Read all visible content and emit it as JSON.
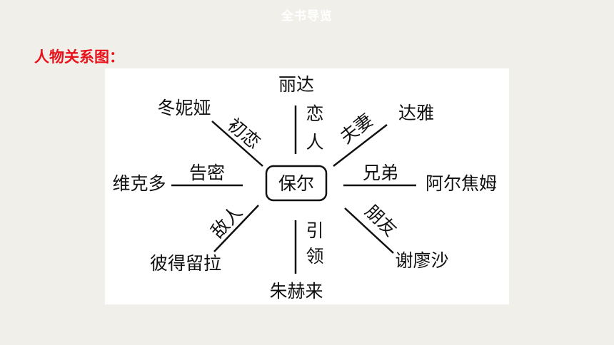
{
  "header": {
    "title": "全书导览"
  },
  "section": {
    "heading": "人物关系图："
  },
  "diagram": {
    "center": "保尔",
    "nodes": {
      "top": "丽达",
      "top_left": "冬妮娅",
      "top_right": "达雅",
      "left": "维克多",
      "right": "阿尔焦姆",
      "bottom_left": "彼得留拉",
      "bottom": "朱赫来",
      "bottom_right": "谢廖沙"
    },
    "relations": {
      "top": [
        "恋",
        "人"
      ],
      "top_left": "初恋",
      "top_right": "夫妻",
      "left": "告密",
      "right": "兄弟",
      "bottom_left": "敌人",
      "bottom": [
        "引",
        "领"
      ],
      "bottom_right": "朋友"
    }
  }
}
